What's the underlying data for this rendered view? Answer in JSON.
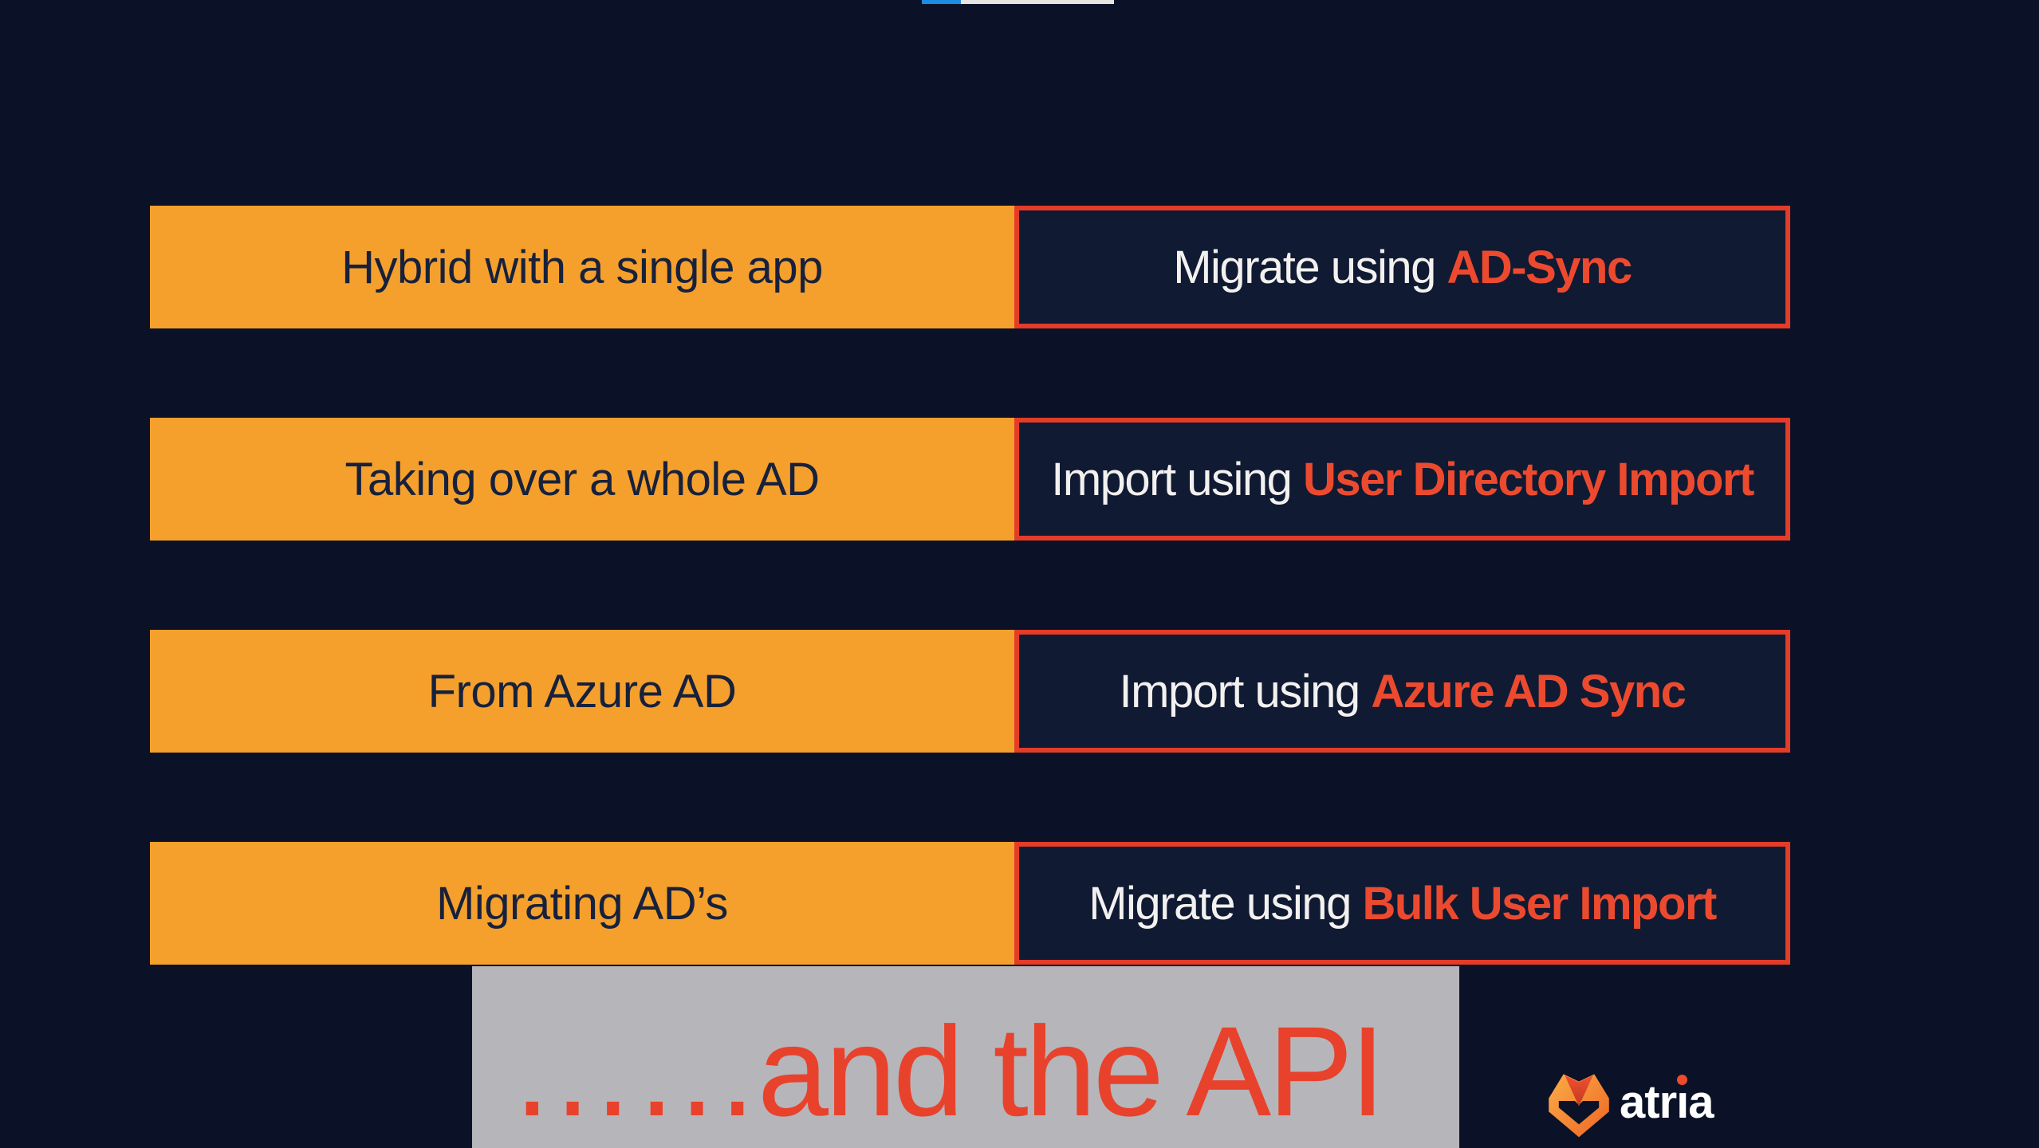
{
  "progress_bar": {
    "played_color": "#1e8ce3",
    "remaining_color": "#e7e5e2"
  },
  "rows": [
    {
      "scenario": "Hybrid with a single app",
      "method_prefix": "Migrate using ",
      "method_highlight": "AD-Sync"
    },
    {
      "scenario": "Taking over a whole AD",
      "method_prefix": "Import using ",
      "method_highlight": "User Directory Import"
    },
    {
      "scenario": "From Azure AD",
      "method_prefix": "Import using ",
      "method_highlight": "Azure AD Sync"
    },
    {
      "scenario": "Migrating AD’s",
      "method_prefix": "Migrate using ",
      "method_highlight": "Bulk User Import"
    }
  ],
  "banner": {
    "text": "……and the API"
  },
  "logo": {
    "word_part1": "atr",
    "word_dotless_i": "ı",
    "word_part2": "a"
  },
  "colors": {
    "background": "#0b1228",
    "scenario_box_fill": "#f5a02c",
    "scenario_text": "#17213c",
    "method_box_fill": "#101a33",
    "method_border": "#e33c28",
    "method_prefix_text": "#f3f1ef",
    "method_highlight_text": "#ec4a2f",
    "banner_fill": "#b6b5ba",
    "banner_text": "#e8422c",
    "logo_orange": "#f59123",
    "logo_inner_red": "#d4421f",
    "logo_dot_red": "#ef4a2b",
    "logo_word": "#ffffff"
  }
}
